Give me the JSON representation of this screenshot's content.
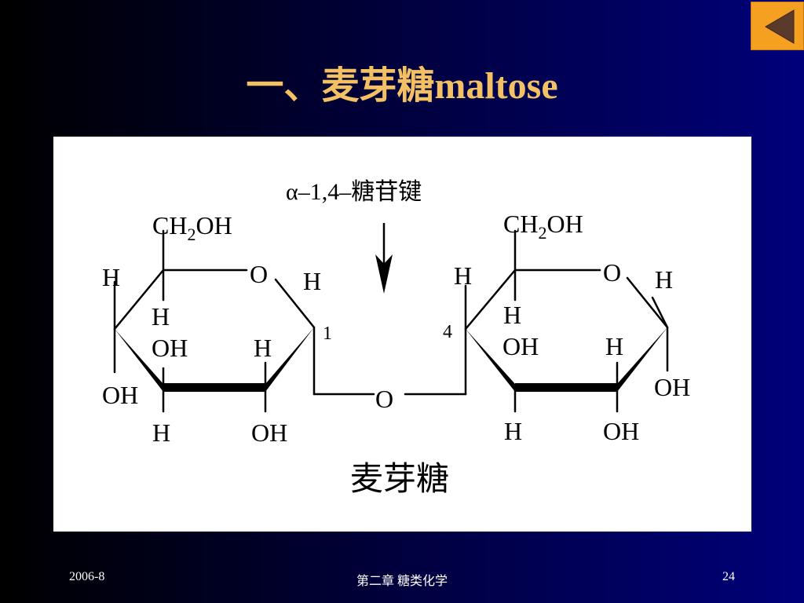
{
  "slide": {
    "title": "一、麦芽糖maltose",
    "nav": {
      "back_icon": "triangle-left-icon",
      "back_color": "#f5a020",
      "title_color": "#f3c064"
    },
    "footer": {
      "date": "2006-8",
      "chapter": "第二章 糖类化学",
      "page": "24"
    }
  },
  "diagram": {
    "bond_label": "α–1,4–糖苷键",
    "caption": "麦芽糖",
    "left_ring": {
      "ch2oh": "CH2OH",
      "ring_o": "O",
      "h_c5_left": "H",
      "h_c4_up": "H",
      "oh_c3_up": "OH",
      "h_c2_up": "H",
      "h_c1": "H",
      "num_c1": "1",
      "oh_c4": "OH",
      "h_c3_down": "H",
      "oh_c2_down": "OH"
    },
    "bridge_o": "O",
    "right_ring": {
      "ch2oh": "CH2OH",
      "ring_o": "O",
      "h_c5_left": "H",
      "num_c4": "4",
      "h_c4_up": "H",
      "oh_c3_up": "OH",
      "h_c2_up": "H",
      "h_c1": "H",
      "oh_c1": "OH",
      "h_c3_down": "H",
      "oh_c2_down": "OH"
    }
  }
}
